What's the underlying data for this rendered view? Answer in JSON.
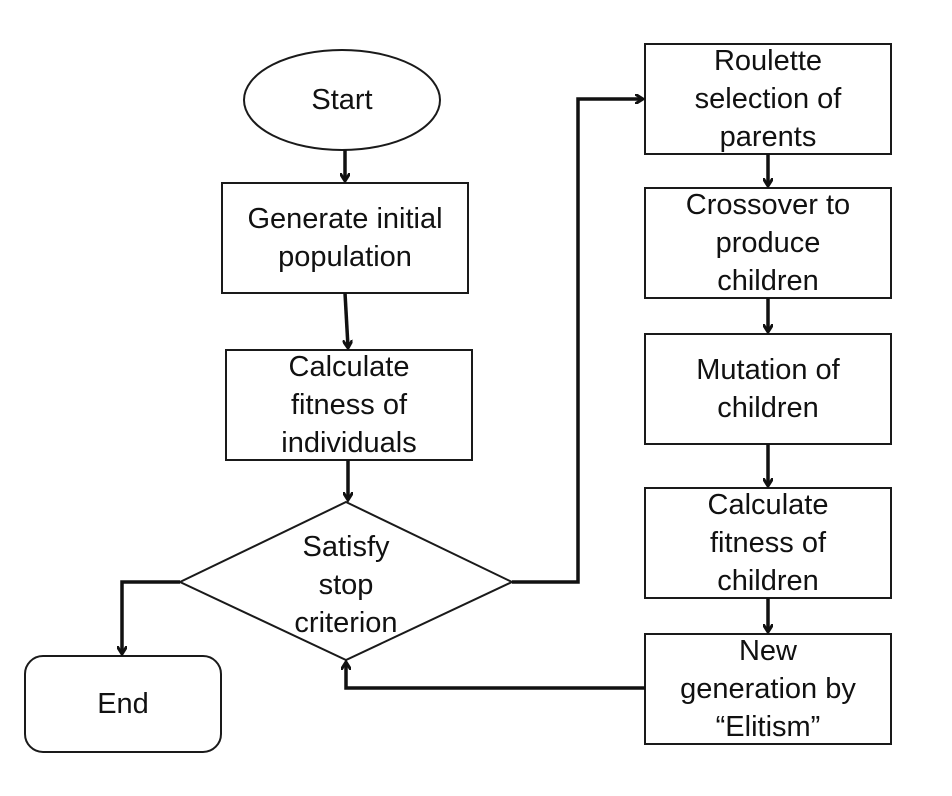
{
  "nodes": {
    "start": {
      "lines": [
        "Start"
      ]
    },
    "generate": {
      "lines": [
        "Generate initial",
        "population"
      ]
    },
    "calc_fitness_ind": {
      "lines": [
        "Calculate",
        "fitness of",
        "individuals"
      ]
    },
    "stop_check": {
      "lines": [
        "Satisfy",
        "stop",
        "criterion"
      ]
    },
    "end": {
      "lines": [
        "End"
      ]
    },
    "roulette": {
      "lines": [
        "Roulette",
        "selection of",
        "parents"
      ]
    },
    "crossover": {
      "lines": [
        "Crossover to",
        "produce",
        "children"
      ]
    },
    "mutation": {
      "lines": [
        "Mutation of",
        "children"
      ]
    },
    "calc_fitness_child": {
      "lines": [
        "Calculate",
        "fitness of",
        "children"
      ]
    },
    "new_generation": {
      "lines": [
        "New",
        "generation by",
        "“Elitism”"
      ]
    }
  },
  "colors": {
    "stroke": "#111111",
    "fill": "#ffffff",
    "text": "#111111"
  }
}
